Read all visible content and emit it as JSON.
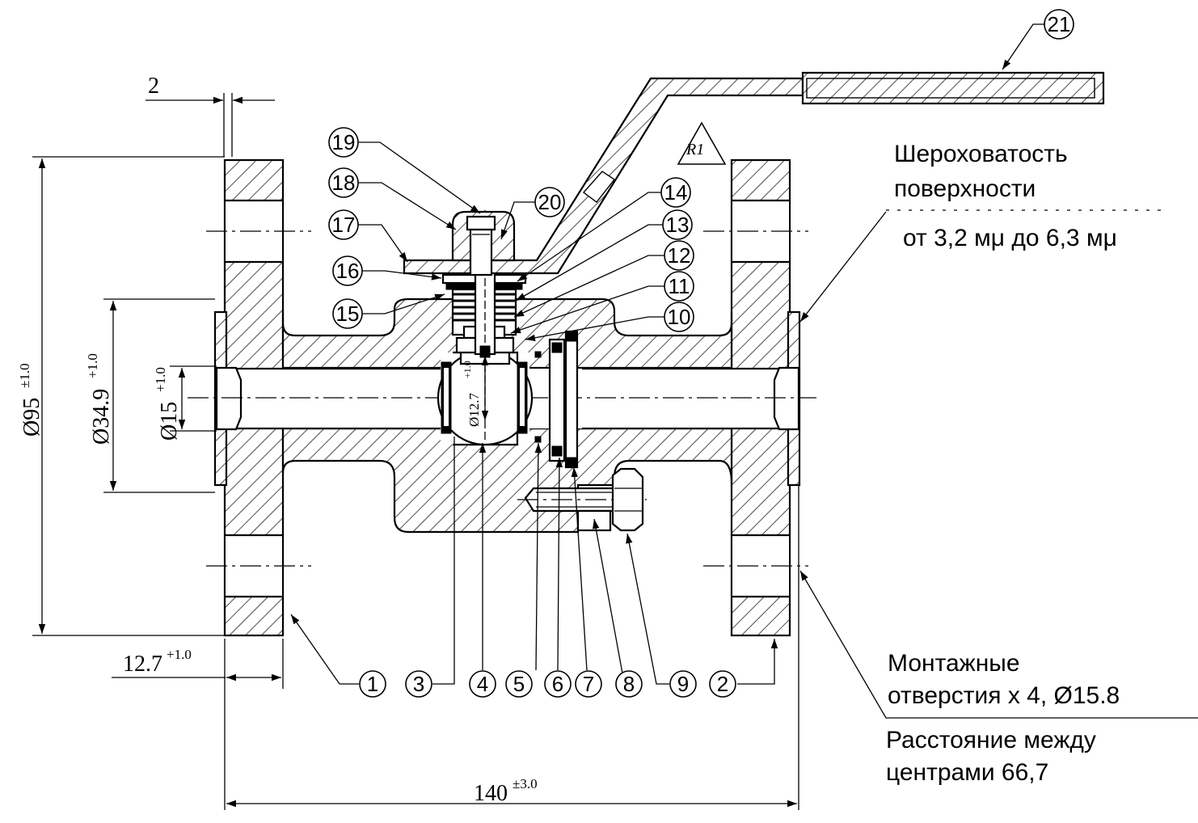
{
  "notes": {
    "roughness_line1": "Шероховатость",
    "roughness_line2": "поверхности",
    "roughness_line3": "от 3,2 мμ до 6,3 мμ",
    "mounting_line1": "Монтажные",
    "mounting_line2": "отверстия х 4, Ø15.8",
    "distance_line1": "Расстояние между",
    "distance_line2": "центрами 66,7"
  },
  "roughness_symbol": "R1",
  "dimensions": {
    "outer_diameter": {
      "text": "Ø95",
      "tol": "±1.0"
    },
    "raised_face": {
      "text": "Ø34.9",
      "tol": "+1.0"
    },
    "bore": {
      "text": "Ø15",
      "tol": "+1.0"
    },
    "ball": {
      "text": "Ø12.7",
      "tol": "+1.0"
    },
    "flange_thickness": {
      "text": "12.7",
      "tol": "+1.0"
    },
    "face_height": {
      "text": "2"
    },
    "overall_length": {
      "text": "140",
      "tol": "±3.0"
    }
  },
  "parts": [
    "1",
    "2",
    "3",
    "4",
    "5",
    "6",
    "7",
    "8",
    "9",
    "10",
    "11",
    "12",
    "13",
    "14",
    "15",
    "16",
    "17",
    "18",
    "19",
    "20",
    "21"
  ]
}
